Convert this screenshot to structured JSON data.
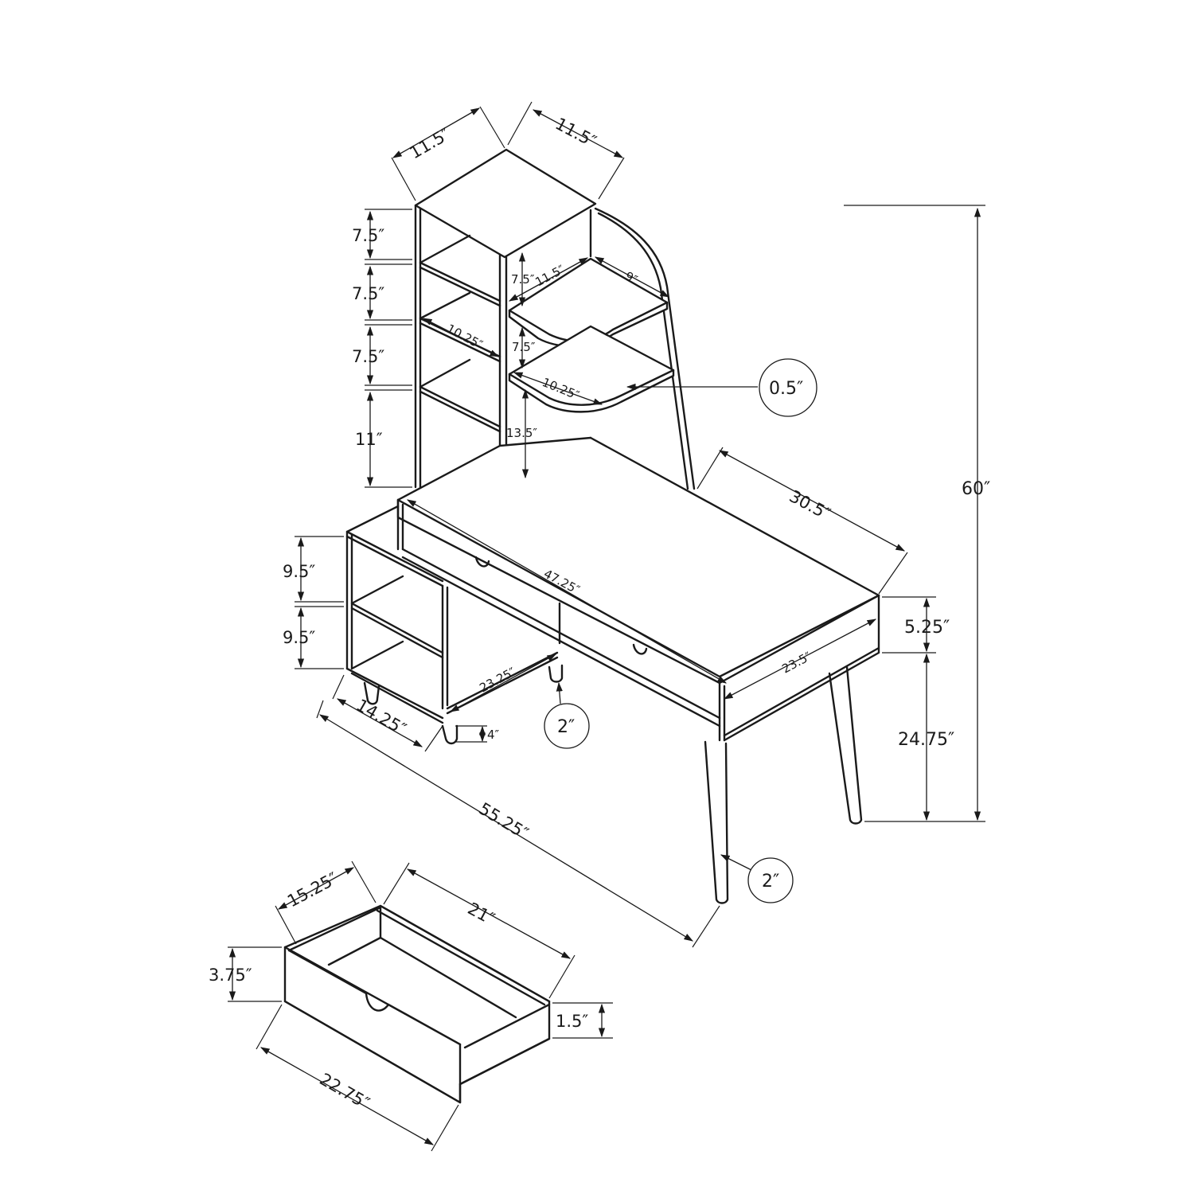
{
  "diagram": {
    "title": "Computer desk with hutch shelves and drawers - dimension drawing",
    "unit": "inches",
    "hutch": {
      "top_width_left": "11.5″",
      "top_width_right": "11.5″",
      "shelf_spacing": [
        "7.5″",
        "7.5″",
        "7.5″",
        "11″"
      ],
      "inner_shelf_depth_left": "10.25″",
      "corner_shelf_height_top": "7.5″",
      "corner_shelf_width": "11.5″",
      "corner_shelf_depth": "9″",
      "corner_shelf_gap": "7.5″",
      "corner_shelf_lower_width": "10.25″",
      "corner_shelf_clearance": "13.5″",
      "shelf_thickness_callout": "0.5″"
    },
    "desk": {
      "depth": "30.5″",
      "total_height": "60″",
      "drawer_span": "47.25″",
      "apron_height": "5.25″",
      "leg_height": "24.75″",
      "side_depth": "23.5″",
      "total_width": "55.25″",
      "leg_diameter_callout": "2″"
    },
    "side_cabinet": {
      "shelf_spacing": [
        "9.5″",
        "9.5″"
      ],
      "depth": "14.25″",
      "inner_width": "23.25″",
      "foot_height": "4″",
      "foot_diameter_callout": "2″"
    },
    "drawer": {
      "height": "3.75″",
      "width": "15.25″",
      "depth": "21″",
      "side_height": "1.5″",
      "front_length": "22.75″"
    }
  }
}
